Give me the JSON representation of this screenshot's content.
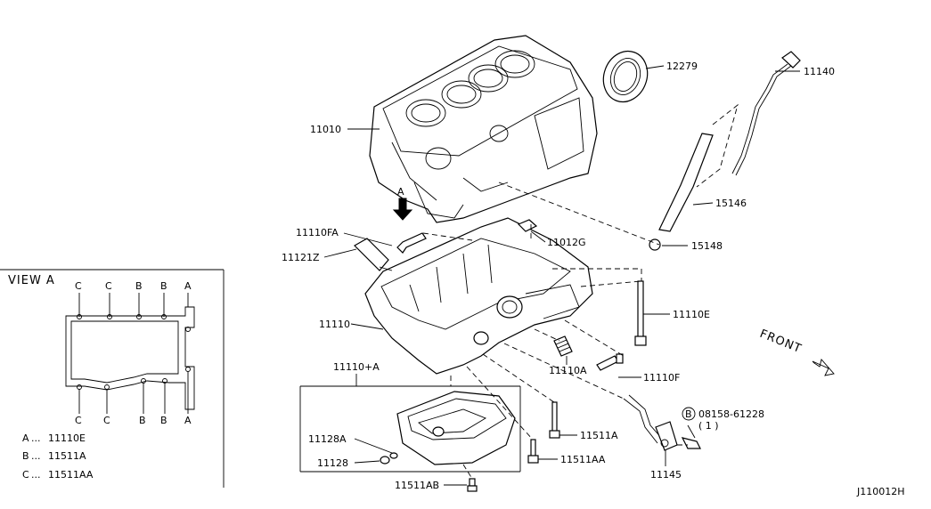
{
  "diagram": {
    "code": "J110012H",
    "front_label": "FRONT",
    "view_title": "VIEW A",
    "view_top_letters": [
      "C",
      "C",
      "B",
      "B",
      "A"
    ],
    "view_bottom_letters": [
      "C",
      "C",
      "B",
      "B",
      "A"
    ],
    "legend": [
      {
        "key": "A",
        "sep": "...",
        "part": "11110E"
      },
      {
        "key": "B",
        "sep": "...",
        "part": "11511A"
      },
      {
        "key": "C",
        "sep": "...",
        "part": "11511AA"
      }
    ],
    "bolt_marker": "B",
    "arrow_marker": "A",
    "parts": {
      "p11010": "11010",
      "p12279": "12279",
      "p11140": "11140",
      "p15146": "15146",
      "p15148": "15148",
      "p11110FA": "11110FA",
      "p11012G": "11012G",
      "p11121Z": "11121Z",
      "p11110": "11110",
      "p11110E": "11110E",
      "p11110A": "11110A",
      "p11110F": "11110F",
      "p11110plusA": "11110+A",
      "p08158": "08158-61228",
      "p08158qty": "( 1 )",
      "p11128A": "11128A",
      "p11128": "11128",
      "p11511A": "11511A",
      "p11511AA": "11511AA",
      "p11511AB": "11511AB",
      "p11145": "11145"
    }
  }
}
